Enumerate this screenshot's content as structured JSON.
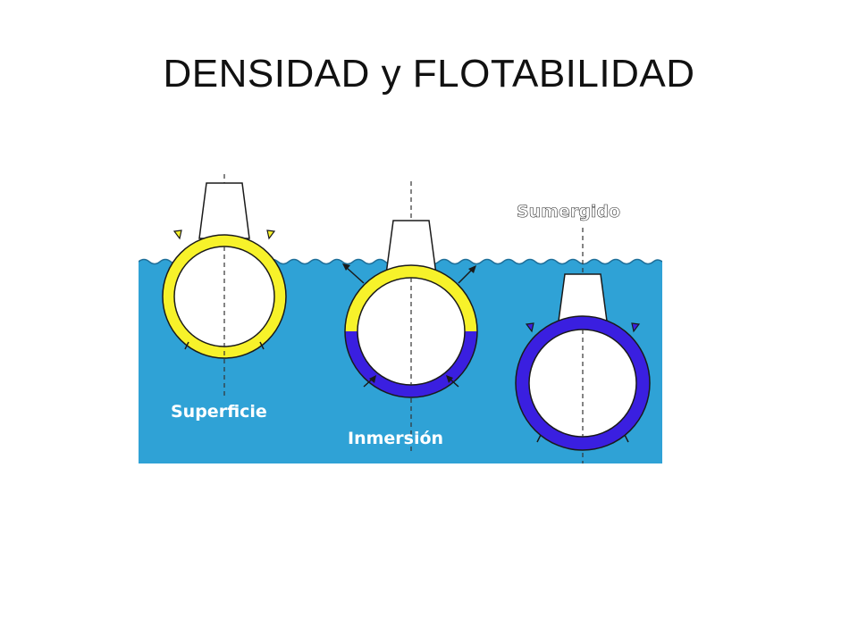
{
  "slide": {
    "title": "DENSIDAD y FLOTABILIDAD"
  },
  "diagram": {
    "labels": {
      "surface": "Superficie",
      "immersion": "Inmersión",
      "submerged": "Sumergido"
    },
    "colors": {
      "water": "#2fa2d6",
      "sky": "#ffffff",
      "air_tank": "#f7f22a",
      "water_tank": "#3a1fe0",
      "hull": "#ffffff",
      "outline": "#1a1a1a",
      "label_on_water": "#ffffff",
      "label_on_sky": "#ffffff"
    }
  }
}
